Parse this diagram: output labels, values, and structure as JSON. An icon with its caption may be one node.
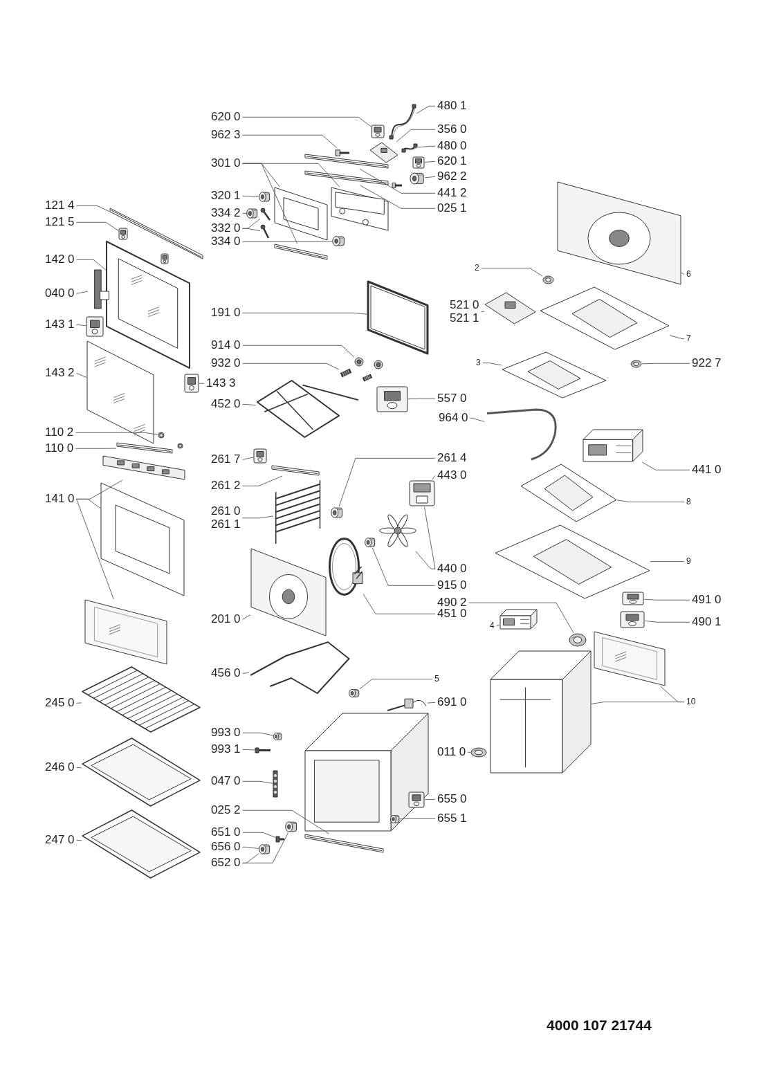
{
  "diagram": {
    "nodes": [
      {
        "text": [
          "620 0"
        ]
      },
      {
        "text": [],
        "shape": "picture"
      },
      {
        "text": [
          "480 1"
        ]
      },
      {
        "text": [],
        "shape": "picture"
      },
      {
        "text": [
          "962 3"
        ]
      },
      {
        "text": [],
        "shape": "picture"
      },
      {
        "text": [
          "356 0"
        ]
      },
      {
        "text": [],
        "shape": "picture"
      },
      {
        "text": [
          "480 0"
        ]
      },
      {
        "text": [],
        "shape": "picture"
      },
      {
        "text": [
          "620 1"
        ]
      },
      {
        "text": [],
        "shape": "picture"
      },
      {
        "text": [
          "301 0"
        ]
      },
      {
        "text": [],
        "shape": "picture"
      },
      {
        "text": [],
        "shape": "picture"
      },
      {
        "text": [],
        "shape": "picture"
      },
      {
        "text": [
          "962 2"
        ]
      },
      {
        "text": [],
        "shape": "picture"
      },
      {
        "text": [
          "441 2"
        ]
      },
      {
        "text": [],
        "shape": "picture"
      },
      {
        "text": [
          "025 1"
        ]
      },
      {
        "text": [],
        "shape": "picture"
      },
      {
        "text": [
          "320 1"
        ]
      },
      {
        "text": [],
        "shape": "picture"
      },
      {
        "text": [
          "334 2"
        ]
      },
      {
        "text": [],
        "shape": "picture"
      },
      {
        "text": [
          "332 0"
        ]
      },
      {
        "text": [],
        "shape": "picture"
      },
      {
        "text": [],
        "shape": "picture"
      },
      {
        "text": [
          "334 0"
        ]
      },
      {
        "text": [],
        "shape": "picture"
      },
      {
        "text": [
          "121 4"
        ]
      },
      {
        "text": [],
        "shape": "picture"
      },
      {
        "text": [
          "121 5"
        ]
      },
      {
        "text": [],
        "shape": "picture"
      },
      {
        "text": [
          "142 0"
        ]
      },
      {
        "text": [],
        "shape": "picture"
      },
      {
        "text": [
          "040 0"
        ]
      },
      {
        "text": [],
        "shape": "picture"
      },
      {
        "text": [
          "143 1"
        ]
      },
      {
        "text": [],
        "shape": "picture"
      },
      {
        "text": [
          "143 2"
        ]
      },
      {
        "text": [],
        "shape": "picture"
      },
      {
        "text": [
          "143 3"
        ]
      },
      {
        "text": [],
        "shape": "picture"
      },
      {
        "text": [
          "110 2"
        ]
      },
      {
        "text": [],
        "shape": "picture"
      },
      {
        "text": [
          "110 0"
        ]
      },
      {
        "text": [],
        "shape": "picture"
      },
      {
        "text": [
          "141 0"
        ]
      },
      {
        "text": [],
        "shape": "picture"
      },
      {
        "text": [],
        "shape": "picture"
      },
      {
        "text": [],
        "shape": "picture"
      },
      {
        "text": [
          "191 0"
        ]
      },
      {
        "text": [],
        "shape": "picture"
      },
      {
        "text": [
          "914 0"
        ]
      },
      {
        "text": [],
        "shape": "picture"
      },
      {
        "text": [
          "932 0"
        ]
      },
      {
        "text": [],
        "shape": "picture"
      },
      {
        "text": [
          "452 0"
        ]
      },
      {
        "text": [],
        "shape": "picture"
      },
      {
        "text": [
          "557 0"
        ]
      },
      {
        "text": [],
        "shape": "picture"
      },
      {
        "text": [
          "261 7"
        ]
      },
      {
        "text": [],
        "shape": "picture"
      },
      {
        "text": [
          "261 2"
        ]
      },
      {
        "text": [],
        "shape": "picture"
      },
      {
        "text": [
          "261 0",
          "261 1"
        ]
      },
      {
        "text": [],
        "shape": "picture"
      },
      {
        "text": [
          "261 4"
        ]
      },
      {
        "text": [],
        "shape": "picture"
      },
      {
        "text": [
          "443 0"
        ]
      },
      {
        "text": [],
        "shape": "picture"
      },
      {
        "text": [
          "440 0"
        ]
      },
      {
        "text": [],
        "shape": "picture"
      },
      {
        "text": [
          "915 0"
        ]
      },
      {
        "text": [],
        "shape": "picture"
      },
      {
        "text": [
          "451 0"
        ]
      },
      {
        "text": [],
        "shape": "picture"
      },
      {
        "text": [
          "201 0"
        ]
      },
      {
        "text": [],
        "shape": "picture"
      },
      {
        "text": [
          "456 0"
        ]
      },
      {
        "text": [],
        "shape": "picture"
      },
      {
        "text": [
          "5"
        ]
      },
      {
        "text": [],
        "shape": "picture"
      },
      {
        "text": [
          "691 0"
        ]
      },
      {
        "text": [],
        "shape": "picture"
      },
      {
        "text": [
          "993 0"
        ]
      },
      {
        "text": [],
        "shape": "picture"
      },
      {
        "text": [
          "993 1"
        ]
      },
      {
        "text": [],
        "shape": "picture"
      },
      {
        "text": [
          "047 0"
        ]
      },
      {
        "text": [],
        "shape": "picture"
      },
      {
        "text": [
          "025 2"
        ]
      },
      {
        "text": [],
        "shape": "picture"
      },
      {
        "text": [
          "651 0"
        ]
      },
      {
        "text": [],
        "shape": "picture"
      },
      {
        "text": [
          "656 0"
        ]
      },
      {
        "text": [],
        "shape": "picture"
      },
      {
        "text": [
          "652 0"
        ]
      },
      {
        "text": [],
        "shape": "picture"
      },
      {
        "text": [
          "655 0"
        ]
      },
      {
        "text": [],
        "shape": "picture"
      },
      {
        "text": [
          "655 1"
        ]
      },
      {
        "text": [],
        "shape": "picture"
      },
      {
        "text": [
          "245 0"
        ]
      },
      {
        "text": [],
        "shape": "picture"
      },
      {
        "text": [
          "246 0"
        ]
      },
      {
        "text": [],
        "shape": "picture"
      },
      {
        "text": [
          "247 0"
        ]
      },
      {
        "text": [],
        "shape": "picture"
      },
      {
        "text": [
          "2"
        ]
      },
      {
        "text": [],
        "shape": "picture"
      },
      {
        "text": [
          "521 0",
          "521 1"
        ]
      },
      {
        "text": [],
        "shape": "picture"
      },
      {
        "text": [
          "6"
        ]
      },
      {
        "text": [],
        "shape": "picture"
      },
      {
        "text": [
          "7"
        ]
      },
      {
        "text": [],
        "shape": "picture"
      },
      {
        "text": [
          "3"
        ]
      },
      {
        "text": [],
        "shape": "picture"
      },
      {
        "text": [
          "922 7"
        ]
      },
      {
        "text": [],
        "shape": "picture"
      },
      {
        "text": [
          "964 0"
        ]
      },
      {
        "text": [],
        "shape": "picture"
      },
      {
        "text": [
          "441 0"
        ]
      },
      {
        "text": [],
        "shape": "picture"
      },
      {
        "text": [
          "8"
        ]
      },
      {
        "text": [],
        "shape": "picture"
      },
      {
        "text": [
          "9"
        ]
      },
      {
        "text": [],
        "shape": "picture"
      },
      {
        "text": [
          "491 0"
        ]
      },
      {
        "text": [],
        "shape": "picture"
      },
      {
        "text": [
          "490 1"
        ]
      },
      {
        "text": [],
        "shape": "picture"
      },
      {
        "text": [
          "490 2"
        ]
      },
      {
        "text": [],
        "shape": "picture"
      },
      {
        "text": [
          "4"
        ]
      },
      {
        "text": [],
        "shape": "picture"
      },
      {
        "text": [
          "10"
        ]
      },
      {
        "text": [],
        "shape": "picture"
      },
      {
        "text": [],
        "shape": "picture"
      },
      {
        "text": [
          "011 0"
        ]
      },
      {
        "text": [],
        "shape": "picture"
      }
    ],
    "edges": [
      {
        "from": 0,
        "to": 1,
        "arrow": "none"
      },
      {
        "from": 2,
        "to": 3,
        "arrow": "none"
      },
      {
        "from": 4,
        "to": 5,
        "arrow": "none"
      },
      {
        "from": 6,
        "to": 7,
        "arrow": "none"
      },
      {
        "from": 8,
        "to": 9,
        "arrow": "none"
      },
      {
        "from": 10,
        "to": 11,
        "arrow": "none"
      },
      {
        "from": 12,
        "to": 13,
        "arrow": "none"
      },
      {
        "from": 12,
        "to": 14,
        "arrow": "none"
      },
      {
        "from": 12,
        "to": 15,
        "arrow": "none"
      },
      {
        "from": 16,
        "to": 17,
        "arrow": "none"
      },
      {
        "from": 18,
        "to": 19,
        "arrow": "none"
      },
      {
        "from": 20,
        "to": 21,
        "arrow": "none"
      },
      {
        "from": 22,
        "to": 23,
        "arrow": "none"
      },
      {
        "from": 24,
        "to": 25,
        "arrow": "none"
      },
      {
        "from": 26,
        "to": 27,
        "arrow": "none"
      },
      {
        "from": 26,
        "to": 28,
        "arrow": "none"
      },
      {
        "from": 29,
        "to": 30,
        "arrow": "none"
      },
      {
        "from": 31,
        "to": 32,
        "arrow": "none"
      },
      {
        "from": 33,
        "to": 34,
        "arrow": "none"
      },
      {
        "from": 35,
        "to": 36,
        "arrow": "none"
      },
      {
        "from": 37,
        "to": 38,
        "arrow": "none"
      },
      {
        "from": 39,
        "to": 40,
        "arrow": "none"
      },
      {
        "from": 41,
        "to": 42,
        "arrow": "none"
      },
      {
        "from": 43,
        "to": 44,
        "arrow": "none"
      },
      {
        "from": 45,
        "to": 46,
        "arrow": "none"
      },
      {
        "from": 47,
        "to": 48,
        "arrow": "none"
      },
      {
        "from": 49,
        "to": 50,
        "arrow": "none"
      },
      {
        "from": 49,
        "to": 51,
        "arrow": "none"
      },
      {
        "from": 49,
        "to": 52,
        "arrow": "none"
      },
      {
        "from": 53,
        "to": 54,
        "arrow": "none"
      },
      {
        "from": 55,
        "to": 56,
        "arrow": "none"
      },
      {
        "from": 57,
        "to": 58,
        "arrow": "none"
      },
      {
        "from": 59,
        "to": 60,
        "arrow": "none"
      },
      {
        "from": 61,
        "to": 62,
        "arrow": "none"
      },
      {
        "from": 63,
        "to": 64,
        "arrow": "none"
      },
      {
        "from": 65,
        "to": 66,
        "arrow": "none"
      },
      {
        "from": 67,
        "to": 68,
        "arrow": "none"
      },
      {
        "from": 69,
        "to": 70,
        "arrow": "none"
      },
      {
        "from": 71,
        "to": 72,
        "arrow": "none"
      },
      {
        "from": 73,
        "to": 74,
        "arrow": "none"
      },
      {
        "from": 73,
        "to": 72,
        "arrow": "none"
      },
      {
        "from": 75,
        "to": 76,
        "arrow": "none"
      },
      {
        "from": 77,
        "to": 78,
        "arrow": "none"
      },
      {
        "from": 79,
        "to": 80,
        "arrow": "none"
      },
      {
        "from": 81,
        "to": 82,
        "arrow": "none"
      },
      {
        "from": 83,
        "to": 84,
        "arrow": "none"
      },
      {
        "from": 85,
        "to": 86,
        "arrow": "none"
      },
      {
        "from": 87,
        "to": 88,
        "arrow": "none"
      },
      {
        "from": 89,
        "to": 90,
        "arrow": "none"
      },
      {
        "from": 91,
        "to": 92,
        "arrow": "none"
      },
      {
        "from": 93,
        "to": 94,
        "arrow": "none"
      },
      {
        "from": 95,
        "to": 96,
        "arrow": "none"
      },
      {
        "from": 97,
        "to": 98,
        "arrow": "none"
      },
      {
        "from": 99,
        "to": 98,
        "arrow": "none"
      },
      {
        "from": 99,
        "to": 100,
        "arrow": "none"
      },
      {
        "from": 101,
        "to": 102,
        "arrow": "none"
      },
      {
        "from": 103,
        "to": 104,
        "arrow": "none"
      },
      {
        "from": 105,
        "to": 106,
        "arrow": "none"
      },
      {
        "from": 107,
        "to": 108,
        "arrow": "none"
      },
      {
        "from": 109,
        "to": 110,
        "arrow": "none"
      },
      {
        "from": 111,
        "to": 112,
        "arrow": "none"
      },
      {
        "from": 113,
        "to": 114,
        "arrow": "none"
      },
      {
        "from": 115,
        "to": 116,
        "arrow": "none"
      },
      {
        "from": 117,
        "to": 118,
        "arrow": "none"
      },
      {
        "from": 119,
        "to": 120,
        "arrow": "none"
      },
      {
        "from": 121,
        "to": 122,
        "arrow": "none"
      },
      {
        "from": 123,
        "to": 124,
        "arrow": "none"
      },
      {
        "from": 125,
        "to": 126,
        "arrow": "none"
      },
      {
        "from": 127,
        "to": 128,
        "arrow": "none"
      },
      {
        "from": 129,
        "to": 130,
        "arrow": "none"
      },
      {
        "from": 131,
        "to": 132,
        "arrow": "none"
      },
      {
        "from": 133,
        "to": 134,
        "arrow": "none"
      },
      {
        "from": 135,
        "to": 136,
        "arrow": "none"
      },
      {
        "from": 137,
        "to": 138,
        "arrow": "none"
      },
      {
        "from": 139,
        "to": 140,
        "arrow": "none"
      },
      {
        "from": 139,
        "to": 141,
        "arrow": "none"
      },
      {
        "from": 142,
        "to": 143,
        "arrow": "none"
      }
    ],
    "labels": [
      "4000 107 21744"
    ]
  }
}
